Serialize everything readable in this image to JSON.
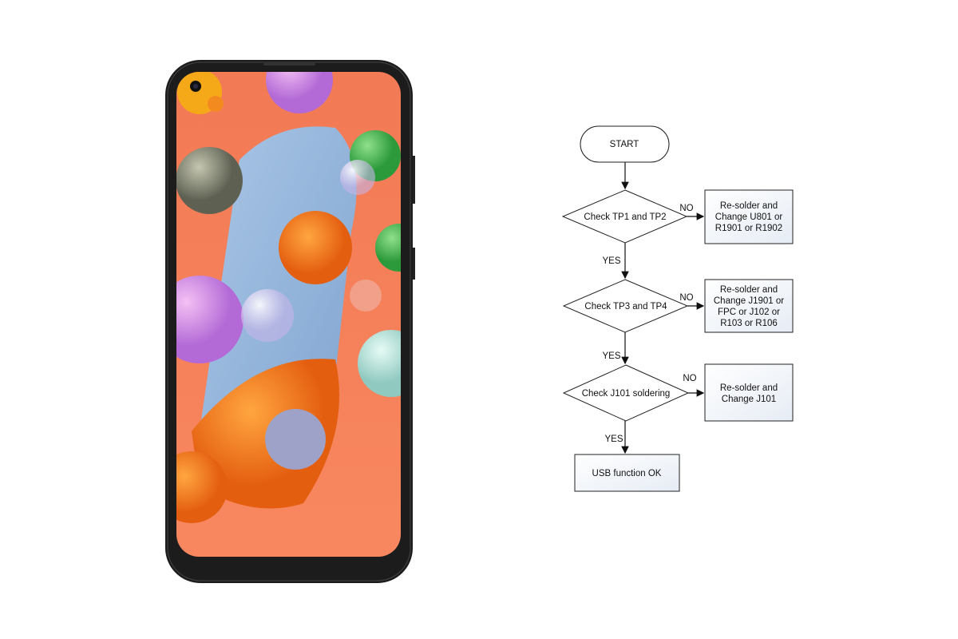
{
  "flowchart": {
    "start": "START",
    "decisions": [
      {
        "label": "Check TP1 and TP2",
        "no_label": "NO",
        "yes_label": "YES",
        "action": [
          "Re-solder and",
          "Change U801 or",
          "R1901 or R1902"
        ]
      },
      {
        "label": "Check TP3 and TP4",
        "no_label": "NO",
        "yes_label": "YES",
        "action": [
          "Re-solder and",
          "Change J1901 or",
          "FPC or J102 or",
          "R103 or R106"
        ]
      },
      {
        "label": "Check J101 soldering",
        "no_label": "NO",
        "yes_label": "YES",
        "action": [
          "Re-solder and",
          "Change J101"
        ]
      }
    ],
    "end": "USB function OK"
  },
  "colors": {
    "wallpaper": "#f47a55",
    "phone_body": "#1c1c1c",
    "box_fill": "#f2f5fa"
  }
}
